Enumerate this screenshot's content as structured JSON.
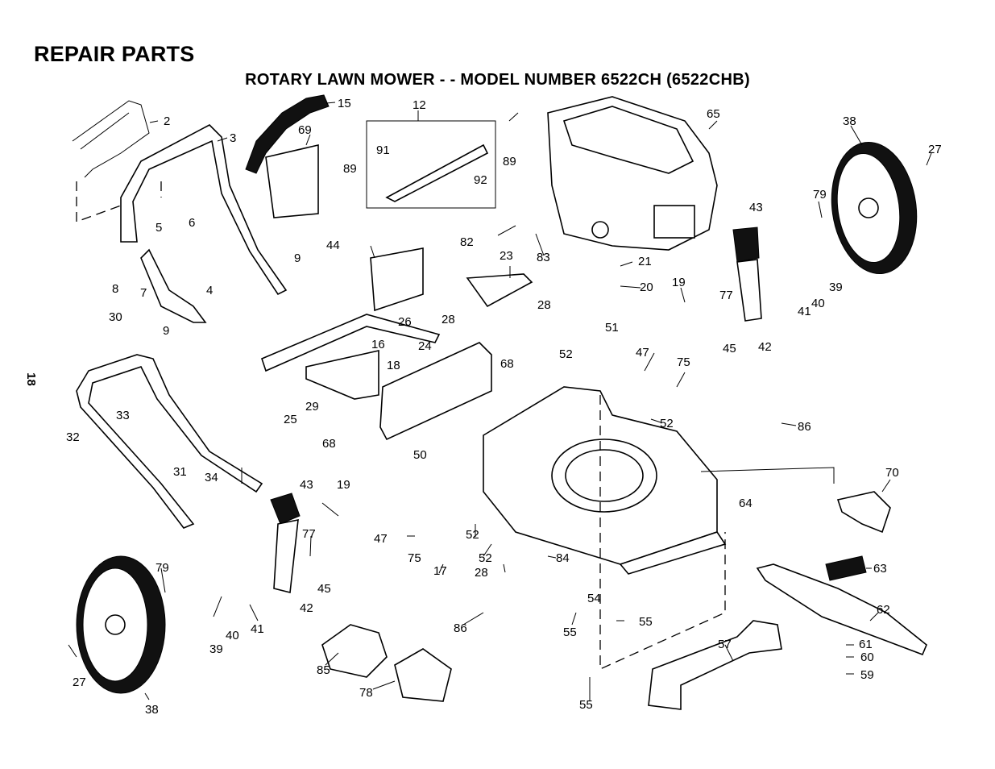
{
  "title": "REPAIR PARTS",
  "subtitle": "ROTARY LAWN MOWER - - MODEL NUMBER 6522CH (6522CHB)",
  "page_number": "18",
  "callouts": [
    "2",
    "3",
    "15",
    "69",
    "12",
    "89",
    "91",
    "92",
    "89",
    "65",
    "38",
    "27",
    "5",
    "6",
    "8",
    "7",
    "4",
    "30",
    "9",
    "9",
    "44",
    "82",
    "83",
    "23",
    "28",
    "28",
    "21",
    "20",
    "19",
    "43",
    "79",
    "77",
    "39",
    "40",
    "41",
    "45",
    "42",
    "51",
    "52",
    "47",
    "75",
    "16",
    "18",
    "24",
    "68",
    "26",
    "25",
    "29",
    "68",
    "52",
    "86",
    "32",
    "33",
    "31",
    "34",
    "43",
    "19",
    "50",
    "77",
    "45",
    "42",
    "47",
    "75",
    "17",
    "52",
    "52",
    "28",
    "84",
    "70",
    "64",
    "63",
    "62",
    "79",
    "41",
    "40",
    "39",
    "27",
    "38",
    "85",
    "78",
    "86",
    "54",
    "55",
    "55",
    "55",
    "57",
    "61",
    "60",
    "59"
  ]
}
